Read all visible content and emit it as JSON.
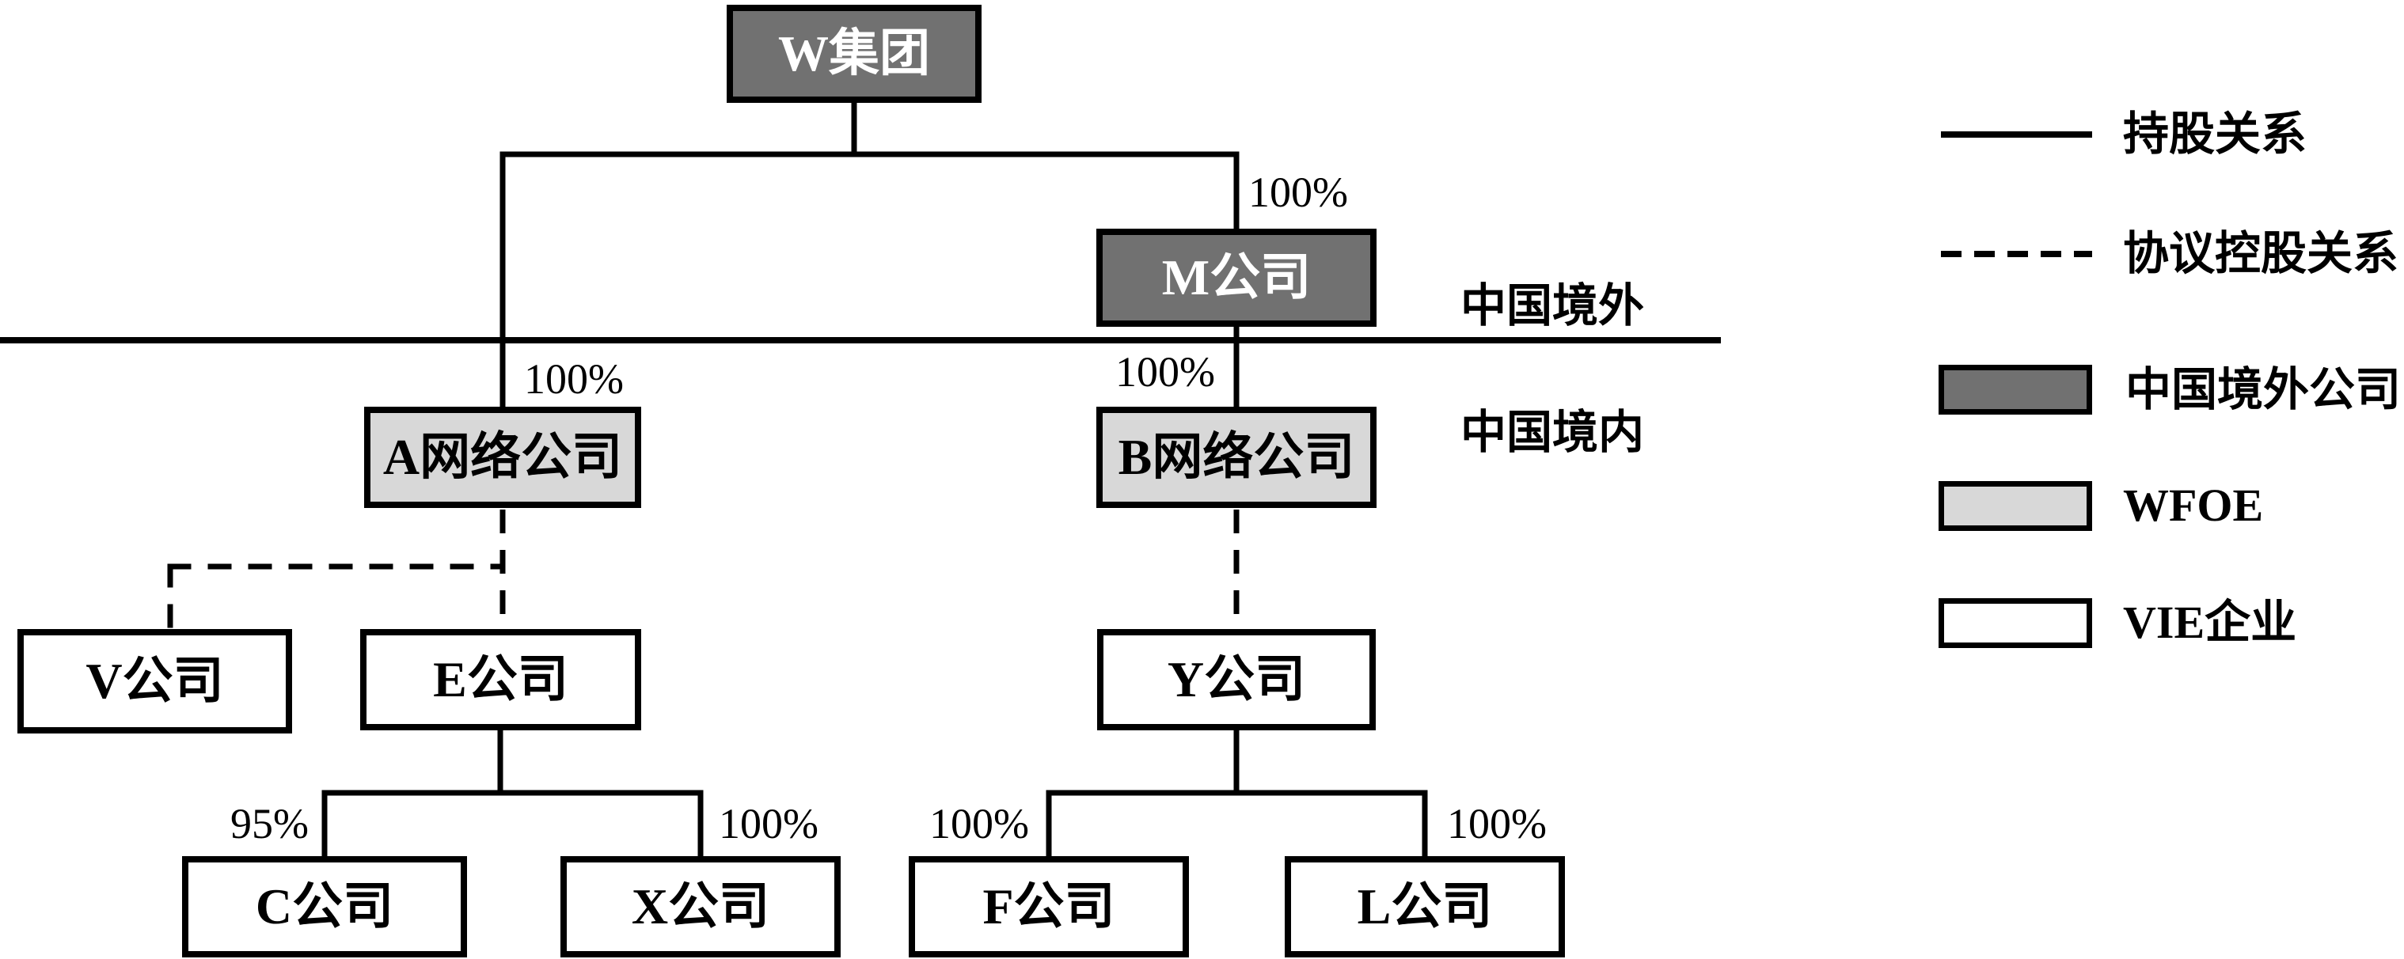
{
  "nodes": {
    "w": {
      "label": "W集团",
      "type": "offshore-company"
    },
    "m": {
      "label": "M公司",
      "type": "offshore-company"
    },
    "a": {
      "label": "A网络公司",
      "type": "wfoe"
    },
    "b": {
      "label": "B网络公司",
      "type": "wfoe"
    },
    "v": {
      "label": "V公司",
      "type": "vie"
    },
    "e": {
      "label": "E公司",
      "type": "vie"
    },
    "y": {
      "label": "Y公司",
      "type": "vie"
    },
    "c": {
      "label": "C公司",
      "type": "vie"
    },
    "x": {
      "label": "X公司",
      "type": "vie"
    },
    "f": {
      "label": "F公司",
      "type": "vie"
    },
    "l": {
      "label": "L公司",
      "type": "vie"
    }
  },
  "ownership_labels": {
    "w_to_m": "100%",
    "w_to_a": "100%",
    "m_to_b": "100%",
    "e_to_c": "95%",
    "e_to_x": "100%",
    "y_to_f": "100%",
    "y_to_l": "100%"
  },
  "regions": {
    "offshore": "中国境外",
    "onshore": "中国境内"
  },
  "legend": {
    "solid_line": "持股关系",
    "dashed_line": "协议控股关系",
    "offshore_company": "中国境外公司",
    "wfoe": "WFOE",
    "vie": "VIE企业"
  },
  "colors": {
    "offshore_fill": "#717171",
    "wfoe_fill": "#d8d8d8",
    "vie_fill": "#ffffff",
    "line": "#000000",
    "offshore_text": "#ffffff"
  }
}
